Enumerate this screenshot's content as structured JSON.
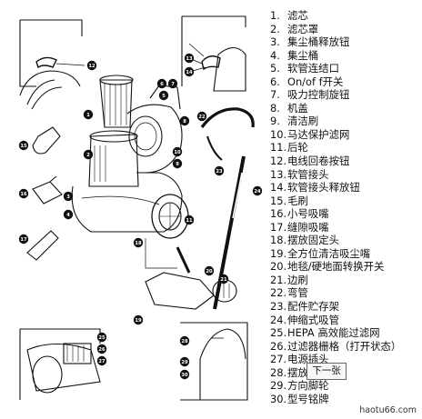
{
  "parts": [
    {
      "num": "1.",
      "label": "滤芯"
    },
    {
      "num": "2.",
      "label": "滤芯罩"
    },
    {
      "num": "3.",
      "label": "集尘桶释放钮"
    },
    {
      "num": "4.",
      "label": "集尘桶"
    },
    {
      "num": "5.",
      "label": "软管连结口"
    },
    {
      "num": "6.",
      "label": "On/of f开关"
    },
    {
      "num": "7.",
      "label": "吸力控制旋钮"
    },
    {
      "num": "8.",
      "label": "机盖"
    },
    {
      "num": "9.",
      "label": "清洁刷"
    },
    {
      "num": "10.",
      "label": "马达保护滤网"
    },
    {
      "num": "11.",
      "label": "后轮"
    },
    {
      "num": "12.",
      "label": "电线回卷按钮"
    },
    {
      "num": "13.",
      "label": "软管接头"
    },
    {
      "num": "14.",
      "label": "软管接头释放钮"
    },
    {
      "num": "15.",
      "label": "毛刷"
    },
    {
      "num": "16.",
      "label": "小号吸嘴"
    },
    {
      "num": "17.",
      "label": "缝隙吸嘴"
    },
    {
      "num": "18.",
      "label": "摆放固定头"
    },
    {
      "num": "19.",
      "label": "全方位清洁吸尘嘴"
    },
    {
      "num": "20.",
      "label": "地毯/硬地面转换开关"
    },
    {
      "num": "21.",
      "label": "边刷"
    },
    {
      "num": "22.",
      "label": "弯管"
    },
    {
      "num": "23.",
      "label": "配件贮存架"
    },
    {
      "num": "24.",
      "label": "伸缩式吸管"
    },
    {
      "num": "25.",
      "label": "HEPA 高效能过滤网"
    },
    {
      "num": "26.",
      "label": "过滤器栅格（打开状态）"
    },
    {
      "num": "27.",
      "label": "电源插头"
    },
    {
      "num": "28.",
      "label": "摆放"
    },
    {
      "num": "29.",
      "label": "方向脚轮"
    },
    {
      "num": "30.",
      "label": "型号铭牌"
    }
  ],
  "callouts": [
    "1",
    "2",
    "3",
    "4",
    "5",
    "6",
    "7",
    "8",
    "9",
    "10",
    "11",
    "12",
    "13",
    "14",
    "15",
    "16",
    "17",
    "18",
    "19",
    "20",
    "21",
    "22",
    "23",
    "24",
    "25",
    "26",
    "27",
    "28",
    "29",
    "30"
  ],
  "next_button": "下一张",
  "watermark": "haotu66.com"
}
